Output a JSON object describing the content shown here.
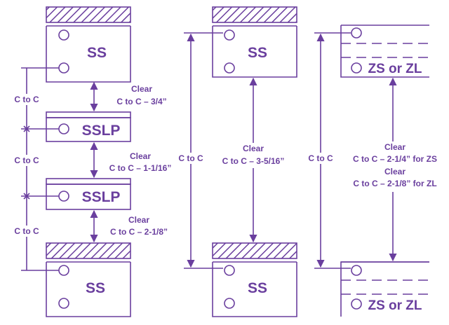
{
  "colors": {
    "ink": "#6a3f9e",
    "background": "#ffffff"
  },
  "left_column": {
    "block_top_label": "SS",
    "plate_1_label": "SSLP",
    "plate_2_label": "SSLP",
    "block_bottom_label": "SS",
    "c_to_c_1": "C to C",
    "c_to_c_2": "C to C",
    "c_to_c_3": "C to C",
    "clear_1": {
      "title": "Clear",
      "value": "C to C – 3/4”"
    },
    "clear_2": {
      "title": "Clear",
      "value": "C to C – 1-1/16”"
    },
    "clear_3": {
      "title": "Clear",
      "value": "C to C – 2-1/8”"
    }
  },
  "middle_column": {
    "block_top_label": "SS",
    "block_bottom_label": "SS",
    "c_to_c": "C to C",
    "clear": {
      "title": "Clear",
      "value": "C to C – 3-5/16”"
    }
  },
  "right_column": {
    "block_top_label": "ZS or ZL",
    "block_bottom_label": "ZS or ZL",
    "c_to_c": "C to C",
    "clear_zs": {
      "title": "Clear",
      "value": "C to C – 2-1/4” for ZS"
    },
    "clear_zl": {
      "title": "Clear",
      "value": "C to C – 2-1/8” for ZL"
    }
  }
}
